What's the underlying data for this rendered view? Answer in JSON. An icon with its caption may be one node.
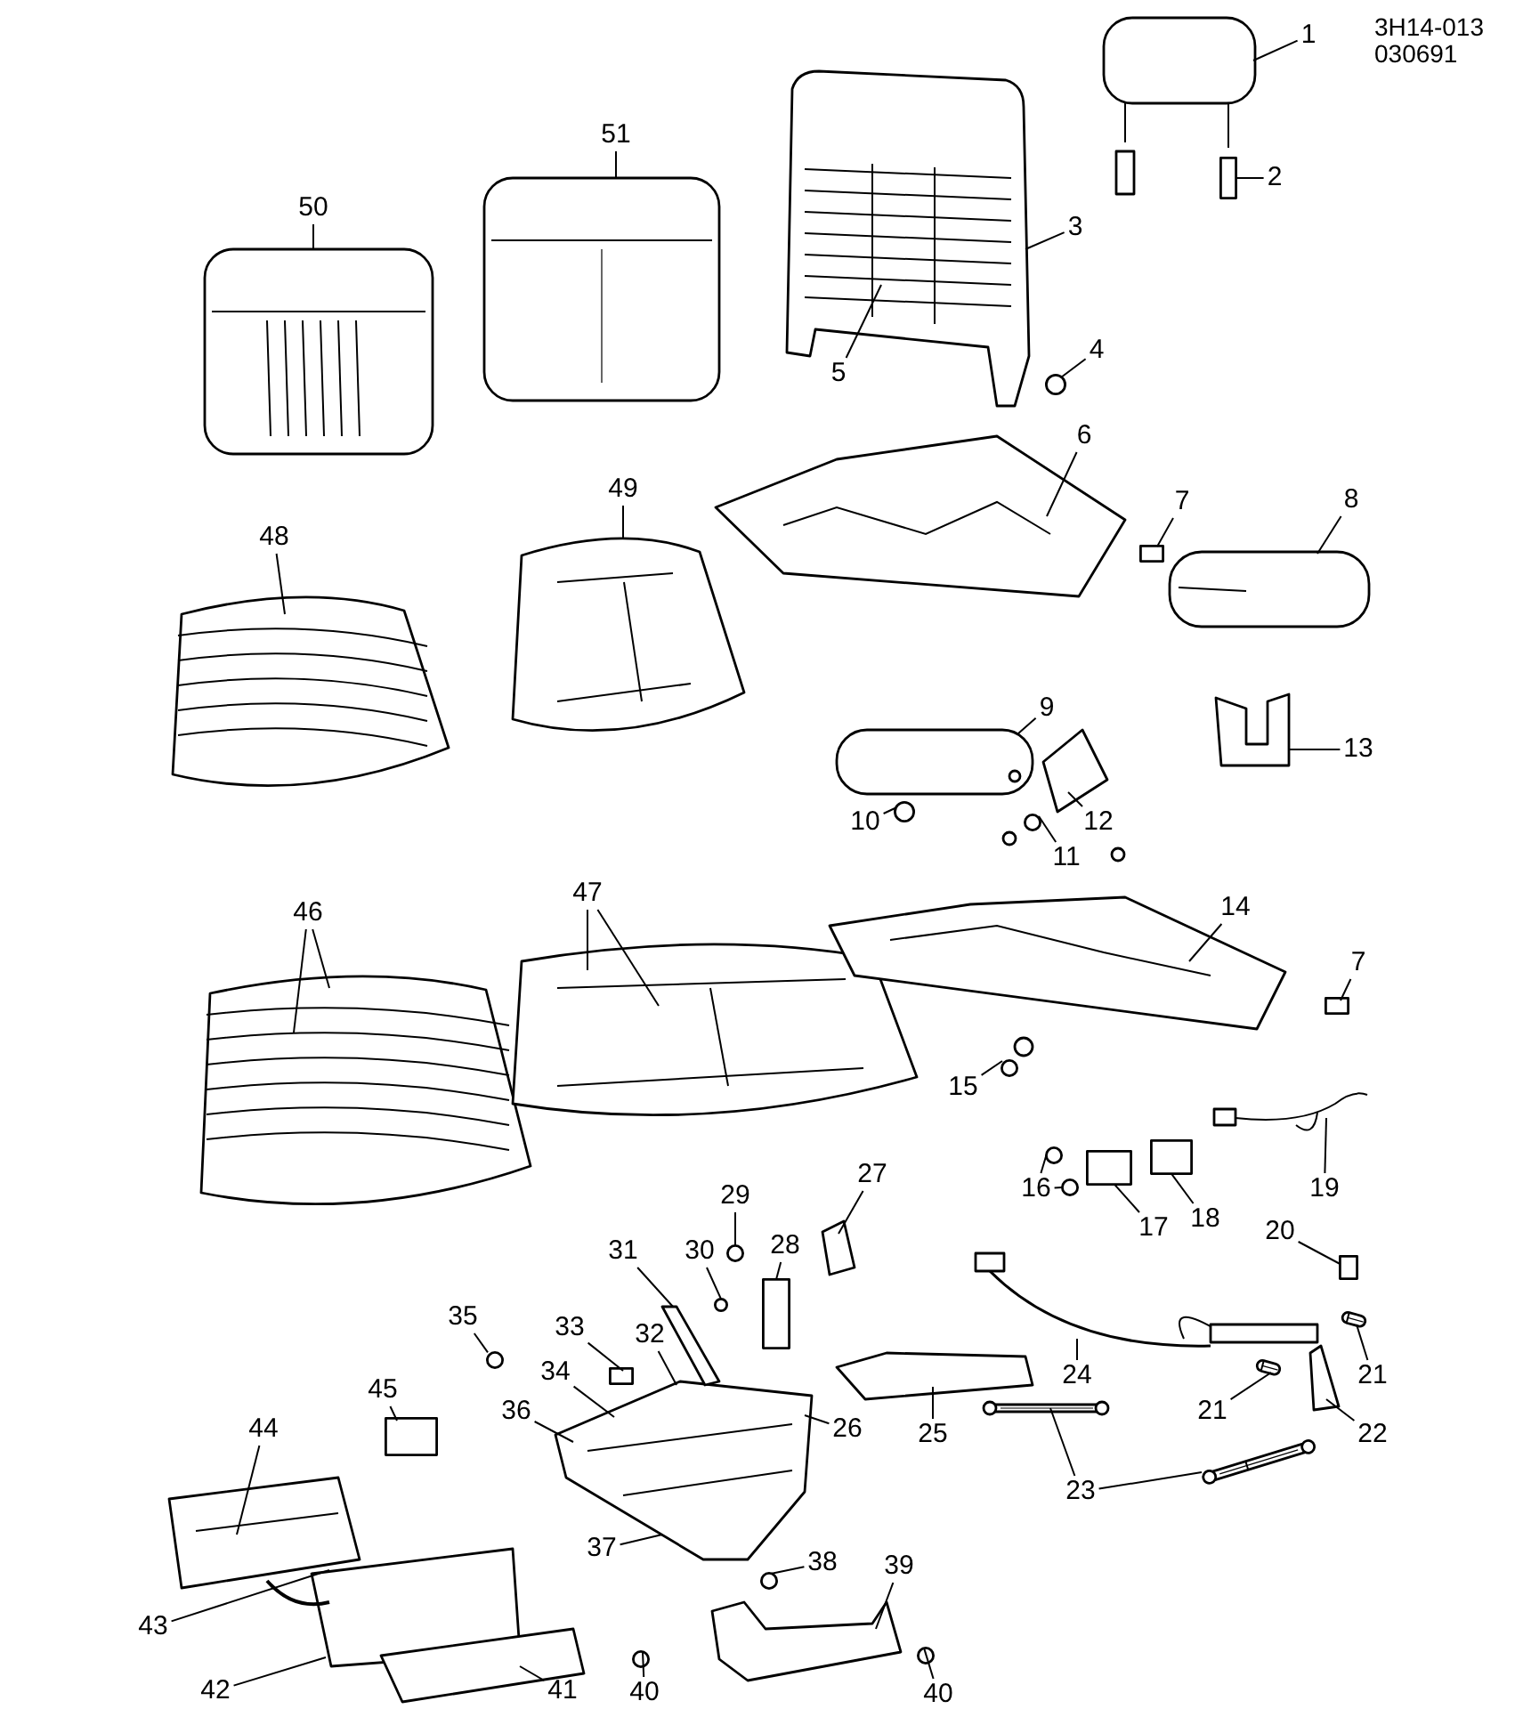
{
  "diagram": {
    "nodes": [
      {
        "text": [
          "1"
        ]
      },
      {
        "text": [
          "2"
        ]
      },
      {
        "text": [
          "3"
        ]
      },
      {
        "text": [
          "4"
        ]
      },
      {
        "text": [
          "5"
        ]
      },
      {
        "text": [
          "6"
        ]
      },
      {
        "text": [
          "7"
        ]
      },
      {
        "text": [
          "8"
        ]
      },
      {
        "text": [
          "9"
        ]
      },
      {
        "text": [
          "10"
        ]
      },
      {
        "text": [
          "11"
        ]
      },
      {
        "text": [
          "12"
        ]
      },
      {
        "text": [
          "13"
        ]
      },
      {
        "text": [
          "14"
        ]
      },
      {
        "text": [
          "7"
        ]
      },
      {
        "text": [
          "15"
        ]
      },
      {
        "text": [
          "16"
        ]
      },
      {
        "text": [
          "17"
        ]
      },
      {
        "text": [
          "18"
        ]
      },
      {
        "text": [
          "19"
        ]
      },
      {
        "text": [
          "20"
        ]
      },
      {
        "text": [
          "21"
        ]
      },
      {
        "text": [
          "21"
        ]
      },
      {
        "text": [
          "22"
        ]
      },
      {
        "text": [
          "23"
        ]
      },
      {
        "text": [
          "24"
        ]
      },
      {
        "text": [
          "25"
        ]
      },
      {
        "text": [
          "26"
        ]
      },
      {
        "text": [
          "27"
        ]
      },
      {
        "text": [
          "28"
        ]
      },
      {
        "text": [
          "29"
        ]
      },
      {
        "text": [
          "30"
        ]
      },
      {
        "text": [
          "31"
        ]
      },
      {
        "text": [
          "32"
        ]
      },
      {
        "text": [
          "33"
        ]
      },
      {
        "text": [
          "34"
        ]
      },
      {
        "text": [
          "35"
        ]
      },
      {
        "text": [
          "36"
        ]
      },
      {
        "text": [
          "37"
        ]
      },
      {
        "text": [
          "38"
        ]
      },
      {
        "text": [
          "39"
        ]
      },
      {
        "text": [
          "40"
        ]
      },
      {
        "text": [
          "40"
        ]
      },
      {
        "text": [
          "41"
        ]
      },
      {
        "text": [
          "42"
        ]
      },
      {
        "text": [
          "43"
        ]
      },
      {
        "text": [
          "44"
        ]
      },
      {
        "text": [
          "45"
        ]
      },
      {
        "text": [
          "46"
        ]
      },
      {
        "text": [
          "47"
        ]
      },
      {
        "text": [
          "48"
        ]
      },
      {
        "text": [
          "49"
        ]
      },
      {
        "text": [
          "50"
        ]
      },
      {
        "text": [
          "51"
        ]
      },
      {
        "text": [],
        "shape": "picture"
      },
      {
        "text": [],
        "shape": "picture"
      },
      {
        "text": [],
        "shape": "picture"
      },
      {
        "text": [],
        "shape": "picture"
      },
      {
        "text": [],
        "shape": "picture"
      },
      {
        "text": [],
        "shape": "picture"
      },
      {
        "text": [],
        "shape": "picture"
      },
      {
        "text": [],
        "shape": "box"
      },
      {
        "text": [],
        "shape": "picture"
      },
      {
        "text": [],
        "shape": "circle"
      },
      {
        "text": [],
        "shape": "picture"
      },
      {
        "text": [],
        "shape": "box"
      },
      {
        "text": [],
        "shape": "picture"
      },
      {
        "text": [],
        "shape": "picture"
      },
      {
        "text": [],
        "shape": "circle"
      },
      {
        "text": [],
        "shape": "picture"
      },
      {
        "text": [],
        "shape": "circle"
      },
      {
        "text": [],
        "shape": "picture"
      },
      {
        "text": [],
        "shape": "picture"
      },
      {
        "text": [],
        "shape": "box"
      },
      {
        "text": [],
        "shape": "circle"
      },
      {
        "text": [],
        "shape": "circle"
      },
      {
        "text": [],
        "shape": "circle"
      },
      {
        "text": [],
        "shape": "box"
      },
      {
        "text": [],
        "shape": "box"
      },
      {
        "text": [],
        "shape": "picture"
      },
      {
        "text": [],
        "shape": "box"
      },
      {
        "text": [],
        "shape": "picture"
      },
      {
        "text": [],
        "shape": "picture"
      },
      {
        "text": [],
        "shape": "picture"
      },
      {
        "text": [],
        "shape": "picture"
      },
      {
        "text": [],
        "shape": "picture"
      },
      {
        "text": [],
        "shape": "picture"
      },
      {
        "text": [],
        "shape": "picture"
      },
      {
        "text": [],
        "shape": "picture"
      },
      {
        "text": [],
        "shape": "box"
      },
      {
        "text": [],
        "shape": "circle"
      },
      {
        "text": [],
        "shape": "circle"
      },
      {
        "text": [],
        "shape": "picture"
      },
      {
        "text": [],
        "shape": "picture"
      },
      {
        "text": [],
        "shape": "box"
      },
      {
        "text": [],
        "shape": "circle"
      },
      {
        "text": [],
        "shape": "box"
      },
      {
        "text": [],
        "shape": "picture"
      },
      {
        "text": [],
        "shape": "picture"
      },
      {
        "text": [],
        "shape": "picture"
      },
      {
        "text": [],
        "shape": "circle"
      },
      {
        "text": [],
        "shape": "picture"
      },
      {
        "text": [],
        "shape": "circle"
      },
      {
        "text": [],
        "shape": "circle"
      }
    ],
    "edges": [
      {
        "from": 0,
        "to": 60,
        "arrow": "none"
      },
      {
        "from": 1,
        "to": 61,
        "arrow": "none"
      },
      {
        "from": 2,
        "to": 62,
        "arrow": "none"
      },
      {
        "from": 3,
        "to": 63,
        "arrow": "none"
      },
      {
        "from": 4,
        "to": 62,
        "arrow": "none"
      },
      {
        "from": 5,
        "to": 64,
        "arrow": "none"
      },
      {
        "from": 6,
        "to": 65,
        "arrow": "none"
      },
      {
        "from": 7,
        "to": 66,
        "arrow": "none"
      },
      {
        "from": 8,
        "to": 67,
        "arrow": "none"
      },
      {
        "from": 9,
        "to": 68,
        "arrow": "none"
      },
      {
        "from": 10,
        "to": 70,
        "arrow": "none"
      },
      {
        "from": 11,
        "to": 69,
        "arrow": "none"
      },
      {
        "from": 12,
        "to": 71,
        "arrow": "none"
      },
      {
        "from": 13,
        "to": 72,
        "arrow": "none"
      },
      {
        "from": 14,
        "to": 73,
        "arrow": "none"
      },
      {
        "from": 15,
        "to": 74,
        "arrow": "none"
      },
      {
        "from": 16,
        "to": 75,
        "arrow": "none"
      },
      {
        "from": 16,
        "to": 76,
        "arrow": "none"
      },
      {
        "from": 17,
        "to": 77,
        "arrow": "none"
      },
      {
        "from": 18,
        "to": 78,
        "arrow": "none"
      },
      {
        "from": 19,
        "to": 79,
        "arrow": "none"
      },
      {
        "from": 20,
        "to": 80,
        "arrow": "none"
      },
      {
        "from": 21,
        "to": 82,
        "arrow": "none"
      },
      {
        "from": 22,
        "to": 83,
        "arrow": "none"
      },
      {
        "from": 23,
        "to": 84,
        "arrow": "none"
      },
      {
        "from": 24,
        "to": 85,
        "arrow": "none"
      },
      {
        "from": 24,
        "to": 86,
        "arrow": "none"
      },
      {
        "from": 25,
        "to": 81,
        "arrow": "none"
      },
      {
        "from": 26,
        "to": 87,
        "arrow": "none"
      },
      {
        "from": 27,
        "to": 92,
        "arrow": "none"
      },
      {
        "from": 28,
        "to": 88,
        "arrow": "none"
      },
      {
        "from": 29,
        "to": 89,
        "arrow": "none"
      },
      {
        "from": 30,
        "to": 90,
        "arrow": "none"
      },
      {
        "from": 31,
        "to": 91,
        "arrow": "none"
      },
      {
        "from": 32,
        "to": 93,
        "arrow": "none"
      },
      {
        "from": 33,
        "to": 92,
        "arrow": "none"
      },
      {
        "from": 34,
        "to": 94,
        "arrow": "none"
      },
      {
        "from": 35,
        "to": 92,
        "arrow": "none"
      },
      {
        "from": 36,
        "to": 95,
        "arrow": "none"
      },
      {
        "from": 37,
        "to": 92,
        "arrow": "none"
      },
      {
        "from": 38,
        "to": 92,
        "arrow": "none"
      },
      {
        "from": 39,
        "to": 100,
        "arrow": "none"
      },
      {
        "from": 40,
        "to": 101,
        "arrow": "none"
      },
      {
        "from": 41,
        "to": 102,
        "arrow": "none"
      },
      {
        "from": 42,
        "to": 103,
        "arrow": "none"
      },
      {
        "from": 43,
        "to": 99,
        "arrow": "none"
      },
      {
        "from": 44,
        "to": 98,
        "arrow": "none"
      },
      {
        "from": 45,
        "to": 98,
        "arrow": "none"
      },
      {
        "from": 46,
        "to": 97,
        "arrow": "none"
      },
      {
        "from": 47,
        "to": 96,
        "arrow": "none"
      },
      {
        "from": 48,
        "to": 58,
        "arrow": "none"
      },
      {
        "from": 48,
        "to": 58,
        "arrow": "none"
      },
      {
        "from": 49,
        "to": 59,
        "arrow": "none"
      },
      {
        "from": 49,
        "to": 59,
        "arrow": "none"
      },
      {
        "from": 50,
        "to": 56,
        "arrow": "none"
      },
      {
        "from": 51,
        "to": 57,
        "arrow": "none"
      },
      {
        "from": 52,
        "to": 54,
        "arrow": "none"
      },
      {
        "from": 53,
        "to": 55,
        "arrow": "none"
      }
    ],
    "labels": [
      "3H14-013",
      "030691"
    ]
  }
}
